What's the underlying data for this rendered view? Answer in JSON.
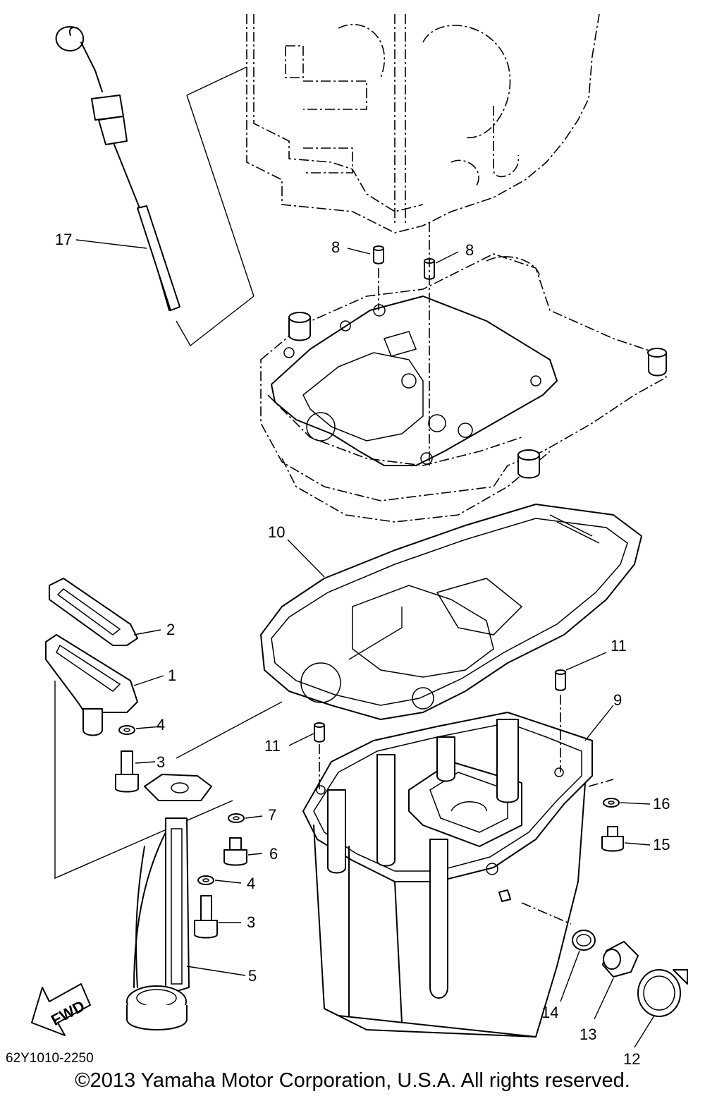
{
  "diagram": {
    "drawing_code": "62Y1010-2250",
    "copyright": "©2013 Yamaha Motor Corporation, U.S.A. All rights reserved.",
    "fwd_label": "FWD",
    "callouts": [
      {
        "id": "c17",
        "label": "17"
      },
      {
        "id": "c8a",
        "label": "8"
      },
      {
        "id": "c8b",
        "label": "8"
      },
      {
        "id": "c10",
        "label": "10"
      },
      {
        "id": "c2",
        "label": "2"
      },
      {
        "id": "c1",
        "label": "1"
      },
      {
        "id": "c4a",
        "label": "4"
      },
      {
        "id": "c3a",
        "label": "3"
      },
      {
        "id": "c11a",
        "label": "11"
      },
      {
        "id": "c11b",
        "label": "11"
      },
      {
        "id": "c9",
        "label": "9"
      },
      {
        "id": "c7",
        "label": "7"
      },
      {
        "id": "c6",
        "label": "6"
      },
      {
        "id": "c4b",
        "label": "4"
      },
      {
        "id": "c3b",
        "label": "3"
      },
      {
        "id": "c5",
        "label": "5"
      },
      {
        "id": "c16",
        "label": "16"
      },
      {
        "id": "c15",
        "label": "15"
      },
      {
        "id": "c14",
        "label": "14"
      },
      {
        "id": "c13",
        "label": "13"
      },
      {
        "id": "c12",
        "label": "12"
      }
    ]
  }
}
